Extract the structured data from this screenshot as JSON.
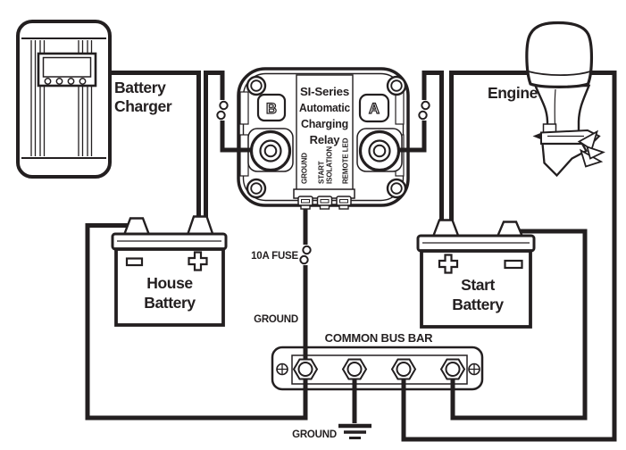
{
  "colors": {
    "ink": "#231f20",
    "background": "#ffffff"
  },
  "charger": {
    "label_line1": "Battery",
    "label_line2": "Charger"
  },
  "engine": {
    "label": "Engine"
  },
  "acr": {
    "title_line1": "SI-Series",
    "title_line2": "Automatic",
    "title_line3": "Charging",
    "title_line4": "Relay",
    "terminal_b": "B",
    "terminal_a": "A",
    "pin_ground": "GROUND",
    "pin_start_isolation_line1": "START",
    "pin_start_isolation_line2": "ISOLATION",
    "pin_remote_led": "REMOTE LED"
  },
  "house_battery": {
    "label_line1": "House",
    "label_line2": "Battery"
  },
  "start_battery": {
    "label_line1": "Start",
    "label_line2": "Battery"
  },
  "bus_bar": {
    "label": "COMMON BUS BAR"
  },
  "annotations": {
    "fuse_label": "10A FUSE",
    "acr_ground_wire_label": "GROUND",
    "earth_ground_label": "GROUND"
  },
  "icons": {
    "positive_terminal": "plus-cross",
    "negative_terminal": "minus-bar",
    "inline_fuse": "fuse-squiggle",
    "earth_ground": "ground-bars"
  }
}
